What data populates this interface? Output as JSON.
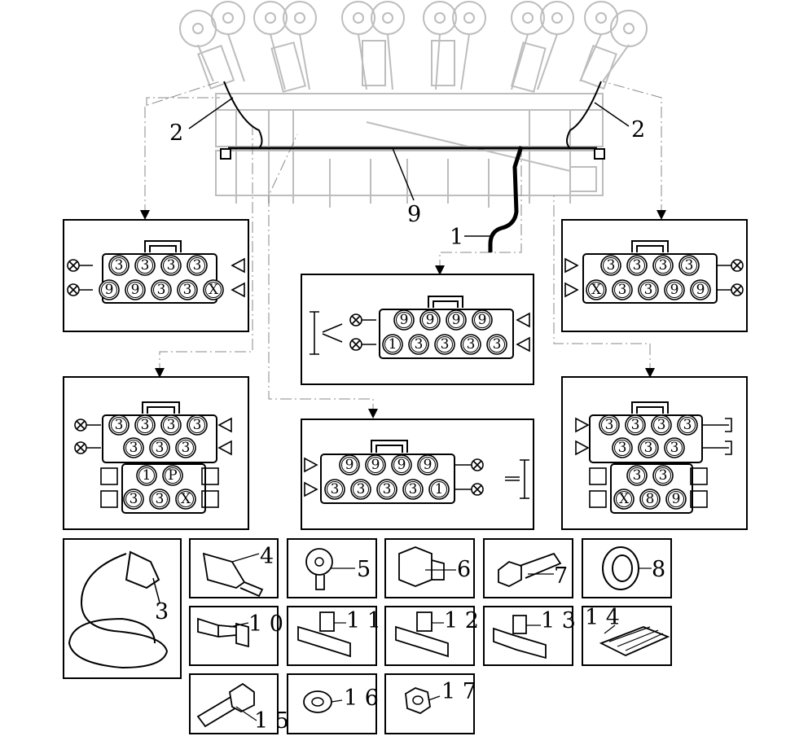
{
  "callouts": {
    "left_valve_hose": "2",
    "right_valve_hose": "2",
    "main_hose": "9",
    "supply_hose": "1"
  },
  "connector_boxes": [
    {
      "id": "upper-left",
      "top": [
        "3",
        "3",
        "3",
        "3"
      ],
      "bottom": [
        "9",
        "9",
        "3",
        "3",
        "X"
      ]
    },
    {
      "id": "upper-center",
      "top": [
        "9",
        "9",
        "9",
        "9"
      ],
      "bottom": [
        "1",
        "3",
        "3",
        "3",
        "3"
      ]
    },
    {
      "id": "upper-right",
      "top": [
        "3",
        "3",
        "3",
        "3"
      ],
      "bottom": [
        "X",
        "3",
        "3",
        "9",
        "9"
      ]
    },
    {
      "id": "lower-left",
      "top": [
        "3",
        "3",
        "3",
        "3"
      ],
      "middle": [
        "3",
        "3",
        "3"
      ],
      "lower_top": [
        "1",
        "P"
      ],
      "lower_bottom": [
        "3",
        "3",
        "X"
      ]
    },
    {
      "id": "lower-center",
      "top": [
        "9",
        "9",
        "9",
        "9"
      ],
      "bottom": [
        "3",
        "3",
        "3",
        "3",
        "1"
      ]
    },
    {
      "id": "lower-right",
      "top": [
        "3",
        "3",
        "3",
        "3"
      ],
      "middle": [
        "3",
        "3",
        "3"
      ],
      "lower_top": [
        "3",
        "3"
      ],
      "lower_bottom": [
        "X",
        "8",
        "9"
      ]
    }
  ],
  "parts": [
    {
      "id": "p3",
      "label": "3"
    },
    {
      "id": "p4",
      "label": "4"
    },
    {
      "id": "p5",
      "label": "5"
    },
    {
      "id": "p6",
      "label": "6"
    },
    {
      "id": "p7",
      "label": "7"
    },
    {
      "id": "p8",
      "label": "8"
    },
    {
      "id": "p10",
      "label": "1 0"
    },
    {
      "id": "p11",
      "label": "1 1"
    },
    {
      "id": "p12",
      "label": "1 2"
    },
    {
      "id": "p13",
      "label": "1 3"
    },
    {
      "id": "p14",
      "label": "1 4"
    },
    {
      "id": "p15",
      "label": "1 5"
    },
    {
      "id": "p16",
      "label": "1 6"
    },
    {
      "id": "p17",
      "label": "1 7"
    }
  ]
}
